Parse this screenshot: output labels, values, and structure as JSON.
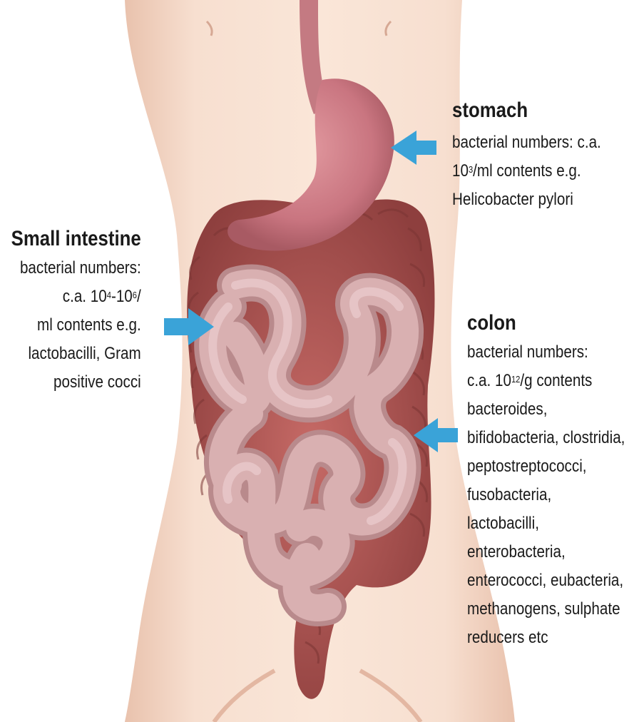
{
  "colors": {
    "skin": "#f6dccb",
    "skin_shadow": "#e8bfa8",
    "stomach": "#c97580",
    "colon": "#a24f4d",
    "small_intestine": "#c99a9c",
    "arrow": "#3aa3d8"
  },
  "labels": {
    "stomach": {
      "title": "stomach",
      "line1": "bacterial numbers: c.a.",
      "line2_pre": "10",
      "line2_sup": "3",
      "line2_post": "/ml contents e.g.",
      "line3": "Helicobacter pylori"
    },
    "small_intestine": {
      "title": "Small intestine",
      "line1": "bacterial numbers:",
      "line2_pre": "c.a. 10",
      "line2_sup1": "4",
      "line2_mid": "-10",
      "line2_sup2": "6",
      "line2_post": "/",
      "line3": "ml contents e.g.",
      "line4": "lactobacilli, Gram",
      "line5": "positive cocci"
    },
    "colon": {
      "title": "colon",
      "line1": "bacterial numbers:",
      "line2_pre": "c.a. 10",
      "line2_sup": "12",
      "line2_post": "/g contents",
      "line3": "bacteroides,",
      "line4": "bifidobacteria, clostridia,",
      "line5": "peptostreptococci,",
      "line6": "fusobacteria,",
      "line7": "lactobacilli,",
      "line8": "enterobacteria,",
      "line9": "enterococci, eubacteria,",
      "line10": "methanogens, sulphate",
      "line11": "reducers etc"
    }
  }
}
